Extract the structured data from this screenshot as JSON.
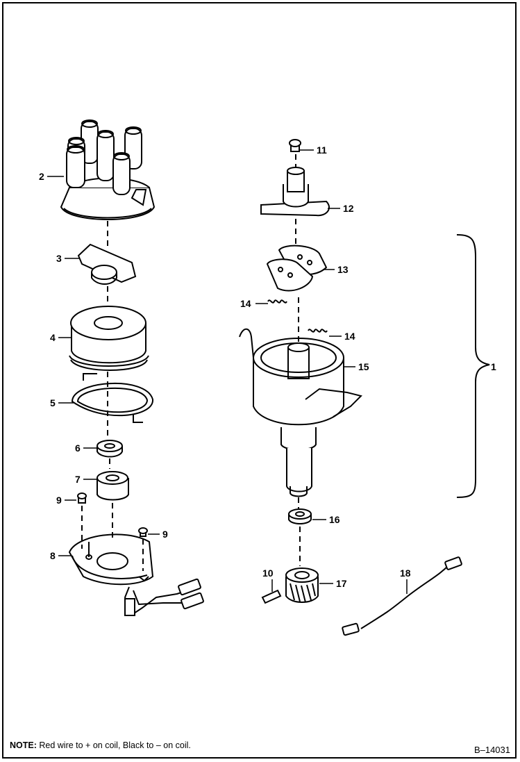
{
  "callouts": {
    "c1": "1",
    "c2": "2",
    "c3": "3",
    "c4": "4",
    "c5": "5",
    "c6": "6",
    "c7": "7",
    "c8": "8",
    "c9a": "9",
    "c9b": "9",
    "c10": "10",
    "c11": "11",
    "c12": "12",
    "c13": "13",
    "c14a": "14",
    "c14b": "14",
    "c15": "15",
    "c16": "16",
    "c17": "17",
    "c18": "18"
  },
  "note": {
    "label": "NOTE:",
    "text": " Red wire to + on coil, Black to – on coil."
  },
  "figure_code": "B–14031"
}
